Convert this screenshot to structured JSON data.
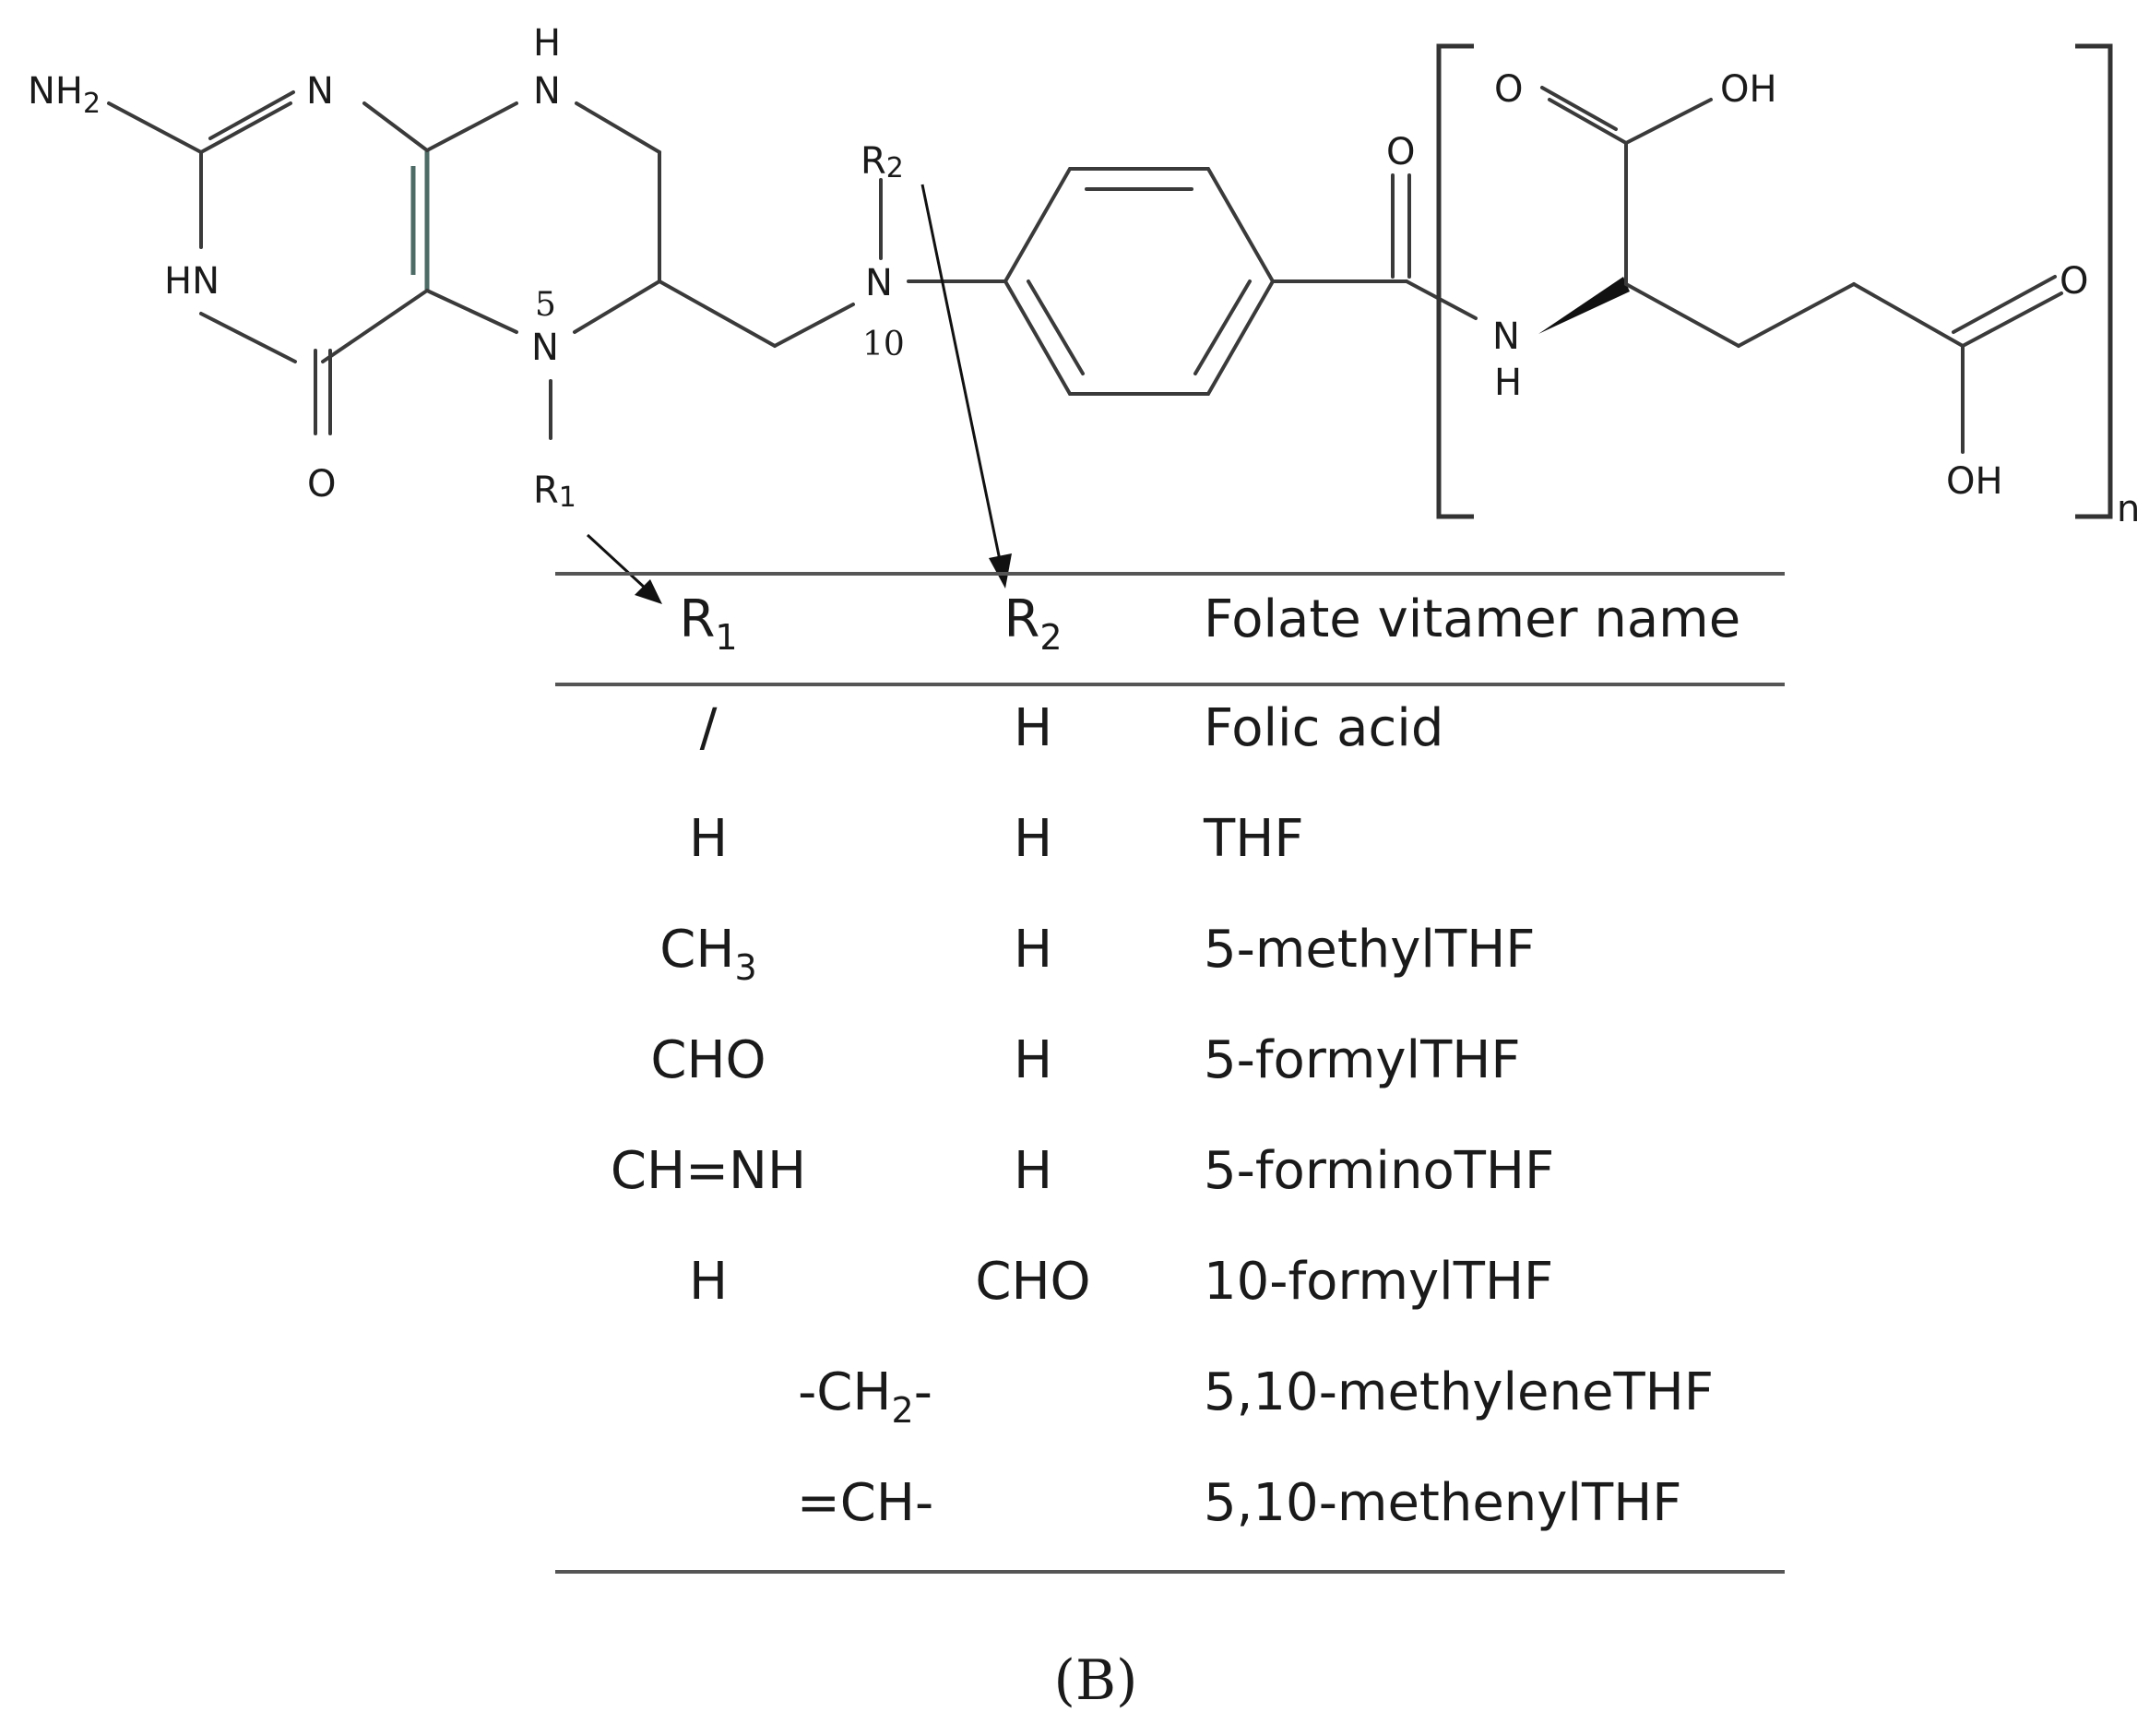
{
  "molecule": {
    "atoms": {
      "nh2": "NH",
      "nh2_sub": "2",
      "n1": "N",
      "hn": "HN",
      "o_bottom": "O",
      "h_top": "H",
      "nh_top": "N",
      "n5": "N",
      "n5_num": "5",
      "n10": "N",
      "n10_num": "10",
      "r1": "R",
      "r1_sub": "1",
      "r2": "R",
      "r2_sub": "2",
      "o_amide": "O",
      "nh_amide": "N",
      "h_amide": "H",
      "o_acid1": "O",
      "oh_acid1": "OH",
      "o_acid2": "O",
      "oh_acid2": "OH",
      "repeat_n": "n"
    }
  },
  "table": {
    "headers": {
      "r1": "R",
      "r1_sub": "1",
      "r2": "R",
      "r2_sub": "2",
      "name": "Folate vitamer name"
    },
    "rows": [
      {
        "r1": "/",
        "r2": "H",
        "name": "Folic acid"
      },
      {
        "r1": "H",
        "r2": "H",
        "name": "THF"
      },
      {
        "r1": "CH",
        "r1_sub": "3",
        "r2": "H",
        "name": "5-methylTHF"
      },
      {
        "r1": "CHO",
        "r2": "H",
        "name": "5-formylTHF"
      },
      {
        "r1": "CH=NH",
        "r2": "H",
        "name": "5-forminoTHF"
      },
      {
        "r1": "H",
        "r2": "CHO",
        "name": "10-formylTHF"
      },
      {
        "bridge": "-CH",
        "bridge_sub": "2",
        "bridge_end": "-",
        "name": "5,10-methyleneTHF"
      },
      {
        "bridge": "=CH-",
        "name": "5,10-methenylTHF"
      }
    ]
  },
  "caption": "(B)"
}
